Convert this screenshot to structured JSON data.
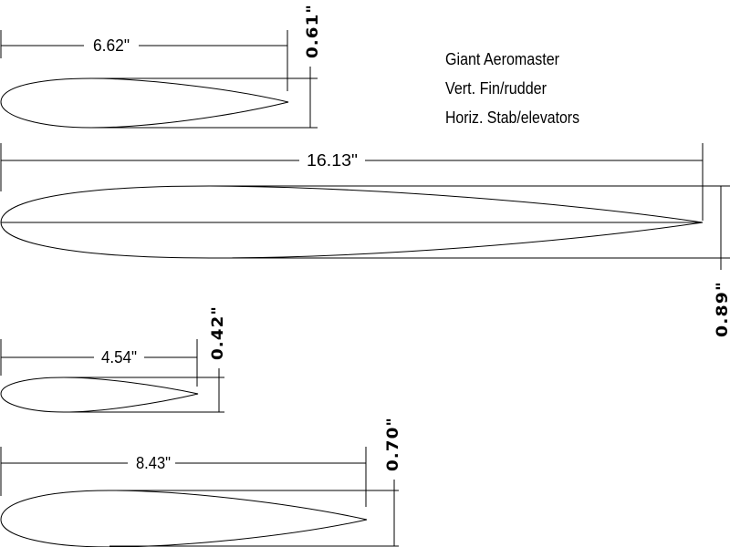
{
  "title_block": {
    "line1": "Giant Aeromaster",
    "line2": "Vert. Fin/rudder",
    "line3": "Horiz. Stab/elevators"
  },
  "sections": [
    {
      "id": "section-1",
      "chord_label": "6.62\"",
      "thickness_label": "0.61\""
    },
    {
      "id": "section-2",
      "chord_label": "16.13\"",
      "thickness_label": "0.89\""
    },
    {
      "id": "section-3",
      "chord_label": "4.54\"",
      "thickness_label": "0.42\""
    },
    {
      "id": "section-4",
      "chord_label": "8.43\"",
      "thickness_label": "0.70\""
    }
  ],
  "colors": {
    "line": "#000000",
    "background": "#ffffff"
  }
}
